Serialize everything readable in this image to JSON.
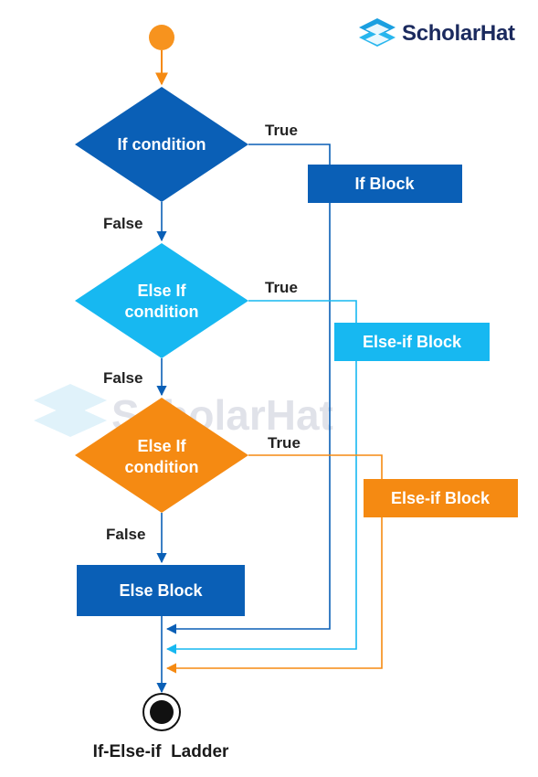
{
  "brand": {
    "name": "ScholarHat",
    "watermark": "ScholarHat"
  },
  "colors": {
    "dark_blue": "#0a5fb6",
    "light_blue": "#17b8f1",
    "orange": "#f58a12",
    "black": "#111111",
    "label": "#222222",
    "start": "#f7931e"
  },
  "diagram": {
    "start_node": "start-circle",
    "decision_1": {
      "line1": "If condition",
      "true_label": "True",
      "false_label": "False"
    },
    "decision_2": {
      "line1": "Else If",
      "line2": "condition",
      "true_label": "True",
      "false_label": "False"
    },
    "decision_3": {
      "line1": "Else If",
      "line2": "condition",
      "true_label": "True",
      "false_label": "False"
    },
    "if_block": "If Block",
    "else_if_block_1": "Else-if Block",
    "else_if_block_2": "Else-if Block",
    "else_block": "Else Block",
    "end_node": "end-circle",
    "caption": "If-Else-if  Ladder"
  }
}
